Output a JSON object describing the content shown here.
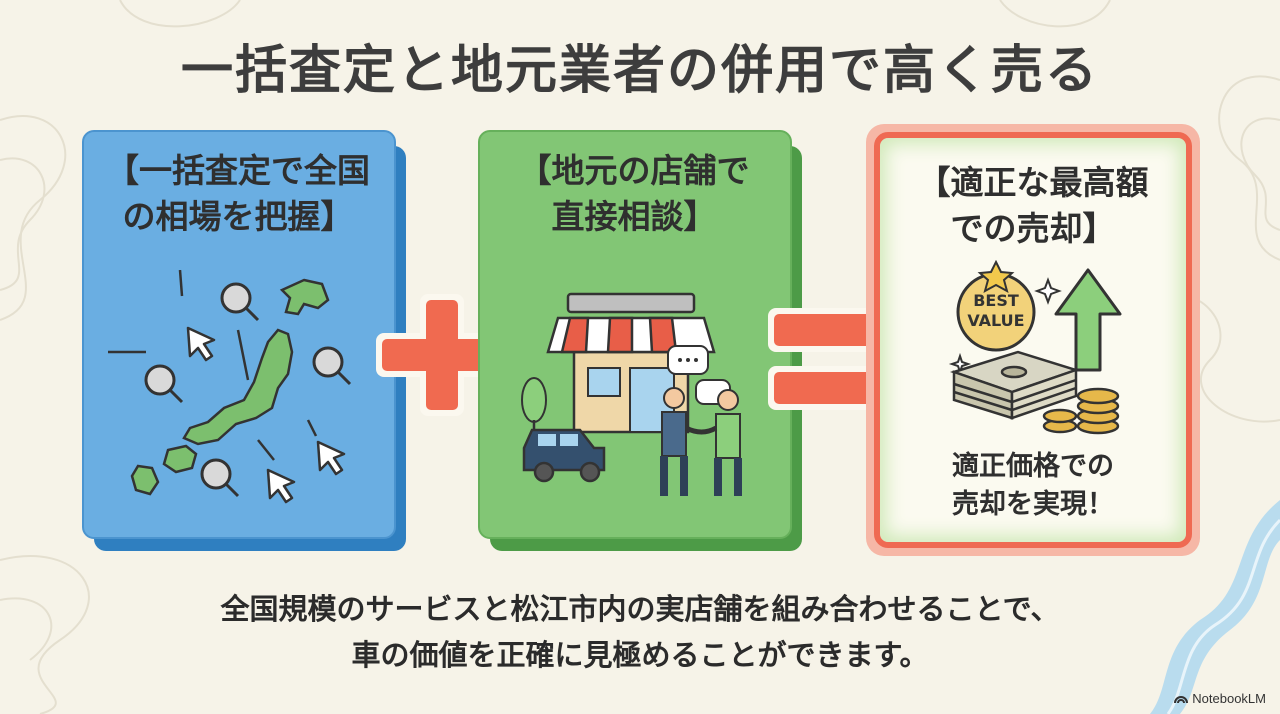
{
  "title": "一括査定と地元業者の併用で高く売る",
  "cards": [
    {
      "title_line1": "【一括査定で全国",
      "title_line2": "の相場を把握】",
      "illustration": "japan-map-search-icon",
      "color": "#5aa5dc"
    },
    {
      "title_line1": "【地元の店舗で",
      "title_line2": "直接相談】",
      "illustration": "local-shop-handshake-icon",
      "color": "#7cc06e"
    },
    {
      "title_line1": "【適正な最高額",
      "title_line2": "での売却】",
      "illustration": "best-value-money-icon",
      "badge_line1": "BEST",
      "badge_line2": "VALUE",
      "caption_line1": "適正価格での",
      "caption_line2": "売却を実現！",
      "color": "#f06a50"
    }
  ],
  "operators": {
    "plus": "plus-icon",
    "equals": "equals-icon"
  },
  "footer": {
    "line1": "全国規模のサービスと松江市内の実店舗を組み合わせることで、",
    "line2": "車の価値を正確に見極めることができます。"
  },
  "brand": {
    "label": "NotebookLM"
  }
}
